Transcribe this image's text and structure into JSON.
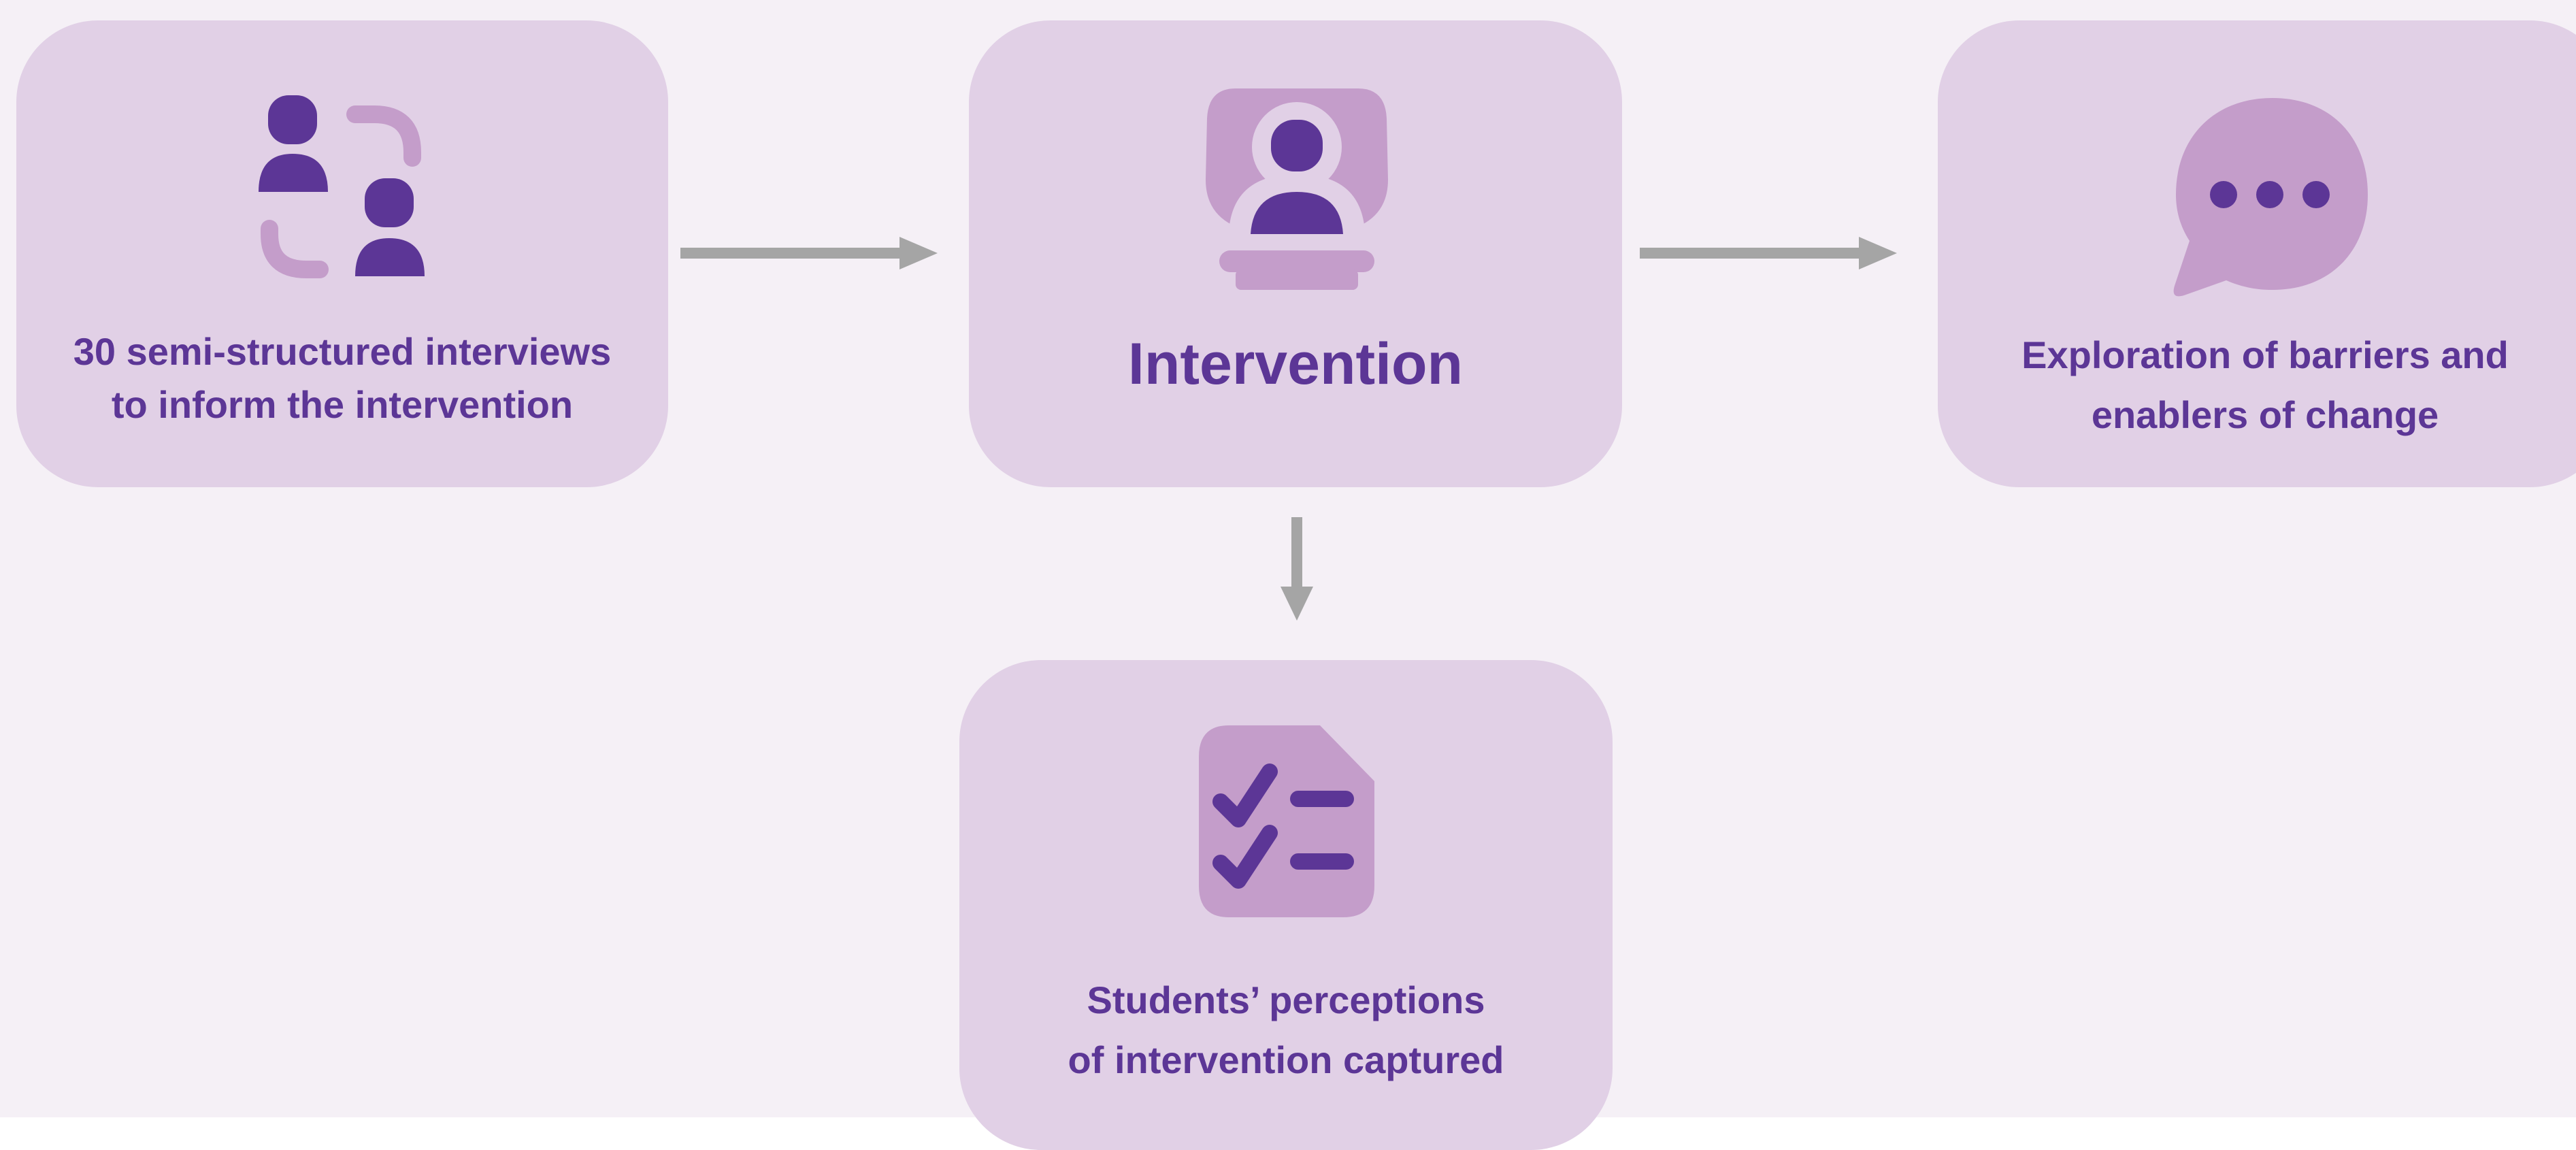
{
  "colors": {
    "background": "#F5F0F6",
    "box_fill": "#E1D0E6",
    "icon_light": "#C49DCA",
    "icon_dark": "#5C3696",
    "text": "#5C3696",
    "arrow": "#A5A5A5"
  },
  "nodes": [
    {
      "id": "interviews",
      "icon": "people-exchange-icon",
      "line1": "30 semi-structured interviews",
      "line2": "to inform the intervention"
    },
    {
      "id": "intervention",
      "icon": "video-call-person-icon",
      "line1": "Intervention",
      "line2": ""
    },
    {
      "id": "exploration",
      "icon": "speech-bubble-icon",
      "line1": "Exploration of barriers and",
      "line2": "enablers of change"
    },
    {
      "id": "perceptions",
      "icon": "checklist-icon",
      "line1": "Students’ perceptions",
      "line2": "of intervention captured"
    }
  ],
  "edges": [
    {
      "from": "interviews",
      "to": "intervention"
    },
    {
      "from": "intervention",
      "to": "exploration"
    },
    {
      "from": "intervention",
      "to": "perceptions"
    }
  ]
}
